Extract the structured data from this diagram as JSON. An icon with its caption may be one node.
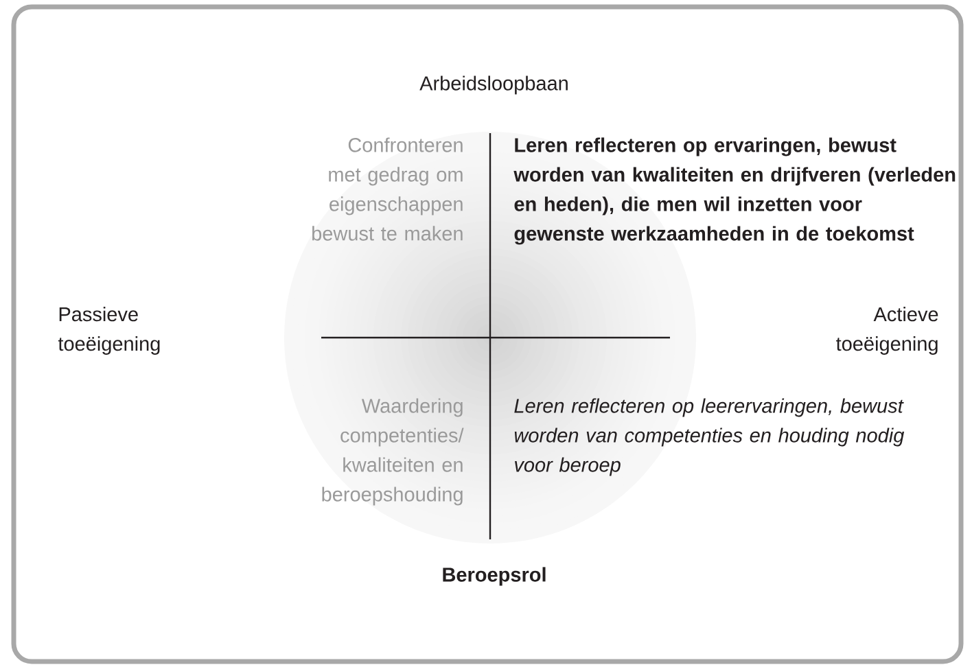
{
  "diagram": {
    "labels": [
      "Arbeidsloopbaan",
      "Confronteren met gedrag om eigenschappen bewust te maken",
      "Leren reflecteren op ervaringen, bewust worden van kwaliteiten en drijfveren (verleden en heden), die men wil inzetten voor gewenste werkzaamheden in de toekomst",
      "Passieve toeëigening",
      "Actieve toeëigening",
      "Waardering competenties/ kwaliteiten en beroepshouding",
      "Leren reflecteren op leerervaringen, bewust worden van competenties en houding nodig voor beroep",
      "Beroepsrol"
    ]
  }
}
